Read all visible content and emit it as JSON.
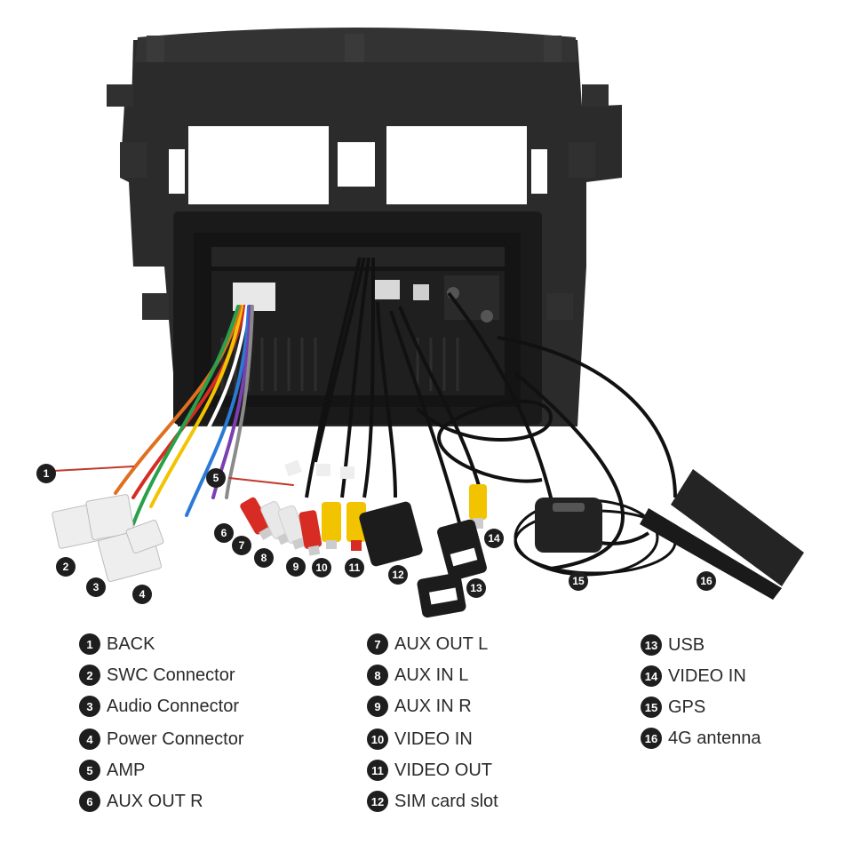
{
  "callouts": [
    "1",
    "2",
    "3",
    "4",
    "5",
    "6",
    "7",
    "8",
    "9",
    "10",
    "11",
    "12",
    "13",
    "14",
    "15",
    "16"
  ],
  "legend": {
    "col1": [
      {
        "num": "1",
        "label": "BACK"
      },
      {
        "num": "2",
        "label": "SWC Connector"
      },
      {
        "num": "3",
        "label": "Audio Connector"
      },
      {
        "num": "4",
        "label": "Power Connector"
      },
      {
        "num": "5",
        "label": "AMP"
      },
      {
        "num": "6",
        "label": "AUX OUT R"
      }
    ],
    "col2": [
      {
        "num": "7",
        "label": "AUX OUT L"
      },
      {
        "num": "8",
        "label": "AUX IN L"
      },
      {
        "num": "9",
        "label": "AUX IN R"
      },
      {
        "num": "10",
        "label": "VIDEO IN"
      },
      {
        "num": "11",
        "label": "VIDEO OUT"
      },
      {
        "num": "12",
        "label": "SIM card slot"
      }
    ],
    "col3": [
      {
        "num": "13",
        "label": "USB"
      },
      {
        "num": "14",
        "label": "VIDEO IN"
      },
      {
        "num": "15",
        "label": "GPS"
      },
      {
        "num": "16",
        "label": "4G antenna"
      }
    ]
  },
  "colors": {
    "frame": "#2b2b2b",
    "panel": "#1a1a1a",
    "badge": "#1e1e1e",
    "rca_red": "#d62c24",
    "rca_white": "#e8e8e8",
    "rca_yellow": "#f2c400",
    "connector": "#eeeeee",
    "cable": "#111111"
  }
}
